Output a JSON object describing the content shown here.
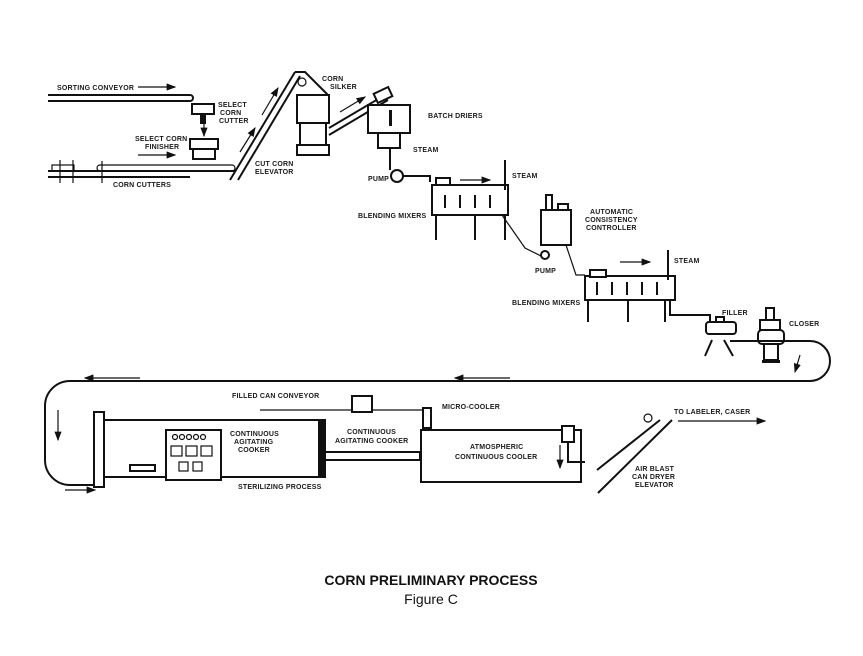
{
  "figure": {
    "title": "CORN PRELIMINARY PROCESS",
    "subtitle": "Figure C"
  },
  "labels": {
    "sorting_conveyor": "SORTING CONVEYOR",
    "select_corn_cutter": [
      "SELECT",
      "CORN",
      "CUTTER"
    ],
    "select_corn_finisher": [
      "SELECT CORN",
      "FINISHER"
    ],
    "corn_cutters": "CORN CUTTERS",
    "cut_corn_elevator": [
      "CUT CORN",
      "ELEVATOR"
    ],
    "corn_silker": [
      "CORN",
      "SILKER"
    ],
    "batch_driers": "BATCH DRIERS",
    "steam_1": "STEAM",
    "pump_1": "PUMP",
    "steam_2": "STEAM",
    "blending_mixers_1": "BLENDING MIXERS",
    "automatic_consistency_controller": [
      "AUTOMATIC",
      "CONSISTENCY",
      "CONTROLLER"
    ],
    "pump_2": "PUMP",
    "steam_3": "STEAM",
    "blending_mixers_2": "BLENDING MIXERS",
    "filler": "FILLER",
    "closer": "CLOSER",
    "filled_can_conveyor": "FILLED CAN CONVEYOR",
    "continuous_agitating_cooker_1": [
      "CONTINUOUS",
      "AGITATING",
      "COOKER"
    ],
    "continuous_agitating_cooker_2": [
      "CONTINUOUS",
      "AGITATING COOKER"
    ],
    "sterilizing_process": "STERILIZING PROCESS",
    "micro_cooler": "MICRO-COOLER",
    "atmospheric_continuous_cooler": [
      "ATMOSPHERIC",
      "CONTINUOUS COOLER"
    ],
    "to_labeler_caser": "TO LABELER, CASER",
    "air_blast_can_dryer_elevator": [
      "AIR BLAST",
      "CAN DRYER",
      "ELEVATOR"
    ]
  }
}
